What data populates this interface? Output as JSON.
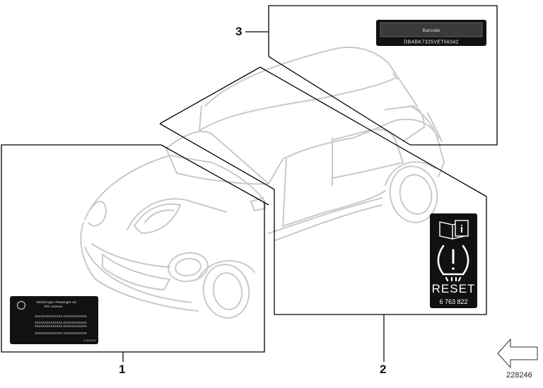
{
  "callouts": [
    {
      "id": "1",
      "label": "1"
    },
    {
      "id": "2",
      "label": "2"
    },
    {
      "id": "3",
      "label": "3"
    }
  ],
  "label1": {
    "line1": "Vehicle type: Passenger car",
    "line2": "VIN: xxxxxxx",
    "row1": "XXXXXXXXXXXXXX   XXXXXXXXXXXX",
    "row2": "XXXXXXXXXXXXXX   XXXXXXXXXXXX",
    "row3": "XXXXXXXXXXXXXX   XXXXXXXXXXXX",
    "row4": "XXXXXXXXXXXXXX   XXXXXXXXXXXX",
    "footer": "X XXX XXX"
  },
  "label2": {
    "reset": "RESET",
    "part_number": "6 763 822"
  },
  "label3": {
    "barcode": "Barcode",
    "vin": "DBABK7325VET56342"
  },
  "figure_number": "228246",
  "colors": {
    "label_bg": "#111111",
    "car_outline": "#c8c8c8",
    "frame": "#000000"
  }
}
